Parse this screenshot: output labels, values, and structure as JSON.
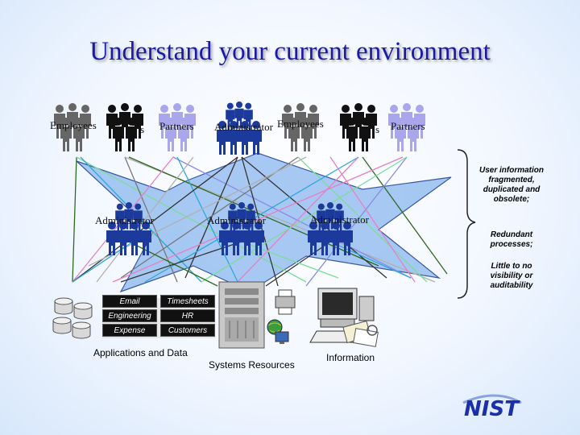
{
  "slide": {
    "title": "Understand your current environment"
  },
  "top_groups": [
    {
      "label": "Employees"
    },
    {
      "label": "s"
    },
    {
      "label": "Partners"
    },
    {
      "label": "Administrator"
    },
    {
      "label": "Employees"
    },
    {
      "label": "s"
    },
    {
      "label": "Partners"
    }
  ],
  "admin_groups": [
    {
      "label": "Administrator"
    },
    {
      "label": "Administrator"
    },
    {
      "label": "Administrator"
    }
  ],
  "notes": {
    "note1": "User information fragmented, duplicated and obsolete;",
    "note2": "Redundant processes;",
    "note3": "Little to no visibility or auditability"
  },
  "applications": {
    "cells": [
      "Email",
      "Timesheets",
      "Engineering",
      "HR",
      "Expense",
      "Customers"
    ],
    "caption": "Applications and Data"
  },
  "systems": {
    "caption": "Systems Resources"
  },
  "information": {
    "caption": "Information"
  },
  "logo": {
    "text": "NIST"
  },
  "colors": {
    "title": "#1a1aa8",
    "star_fill": "#9fc4f2",
    "employees_group": "#666666",
    "customers_group": "#111111",
    "partners_group": "#a9a6ec",
    "admin_group": "#1c3a9c"
  }
}
